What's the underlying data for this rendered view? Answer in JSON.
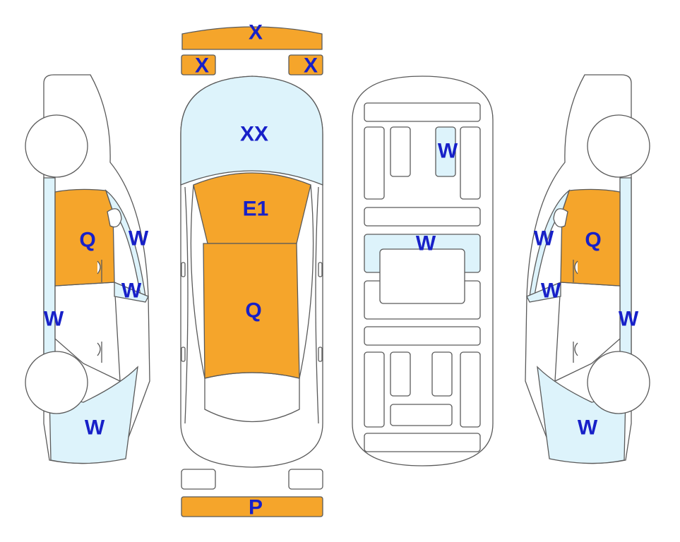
{
  "colors": {
    "orange": "#f5a52b",
    "light_blue": "#ddf3fb",
    "outline": "#5a5a5a",
    "label": "#1720c8"
  },
  "labels": {
    "front_bumper": "X",
    "front_left_light": "X",
    "front_right_light": "X",
    "hood": "XX",
    "windshield": "E1",
    "roof": "Q",
    "rear_bumper": "P",
    "left_front_door": "Q",
    "left_a_pillar": "W",
    "left_b_pillar": "W",
    "left_rocker": "W",
    "left_rear_quarter": "W",
    "right_front_door": "Q",
    "right_a_pillar": "W",
    "right_b_pillar": "W",
    "right_rocker": "W",
    "right_rear_quarter": "W",
    "floor_front_seat": "W",
    "floor_middle": "W"
  }
}
